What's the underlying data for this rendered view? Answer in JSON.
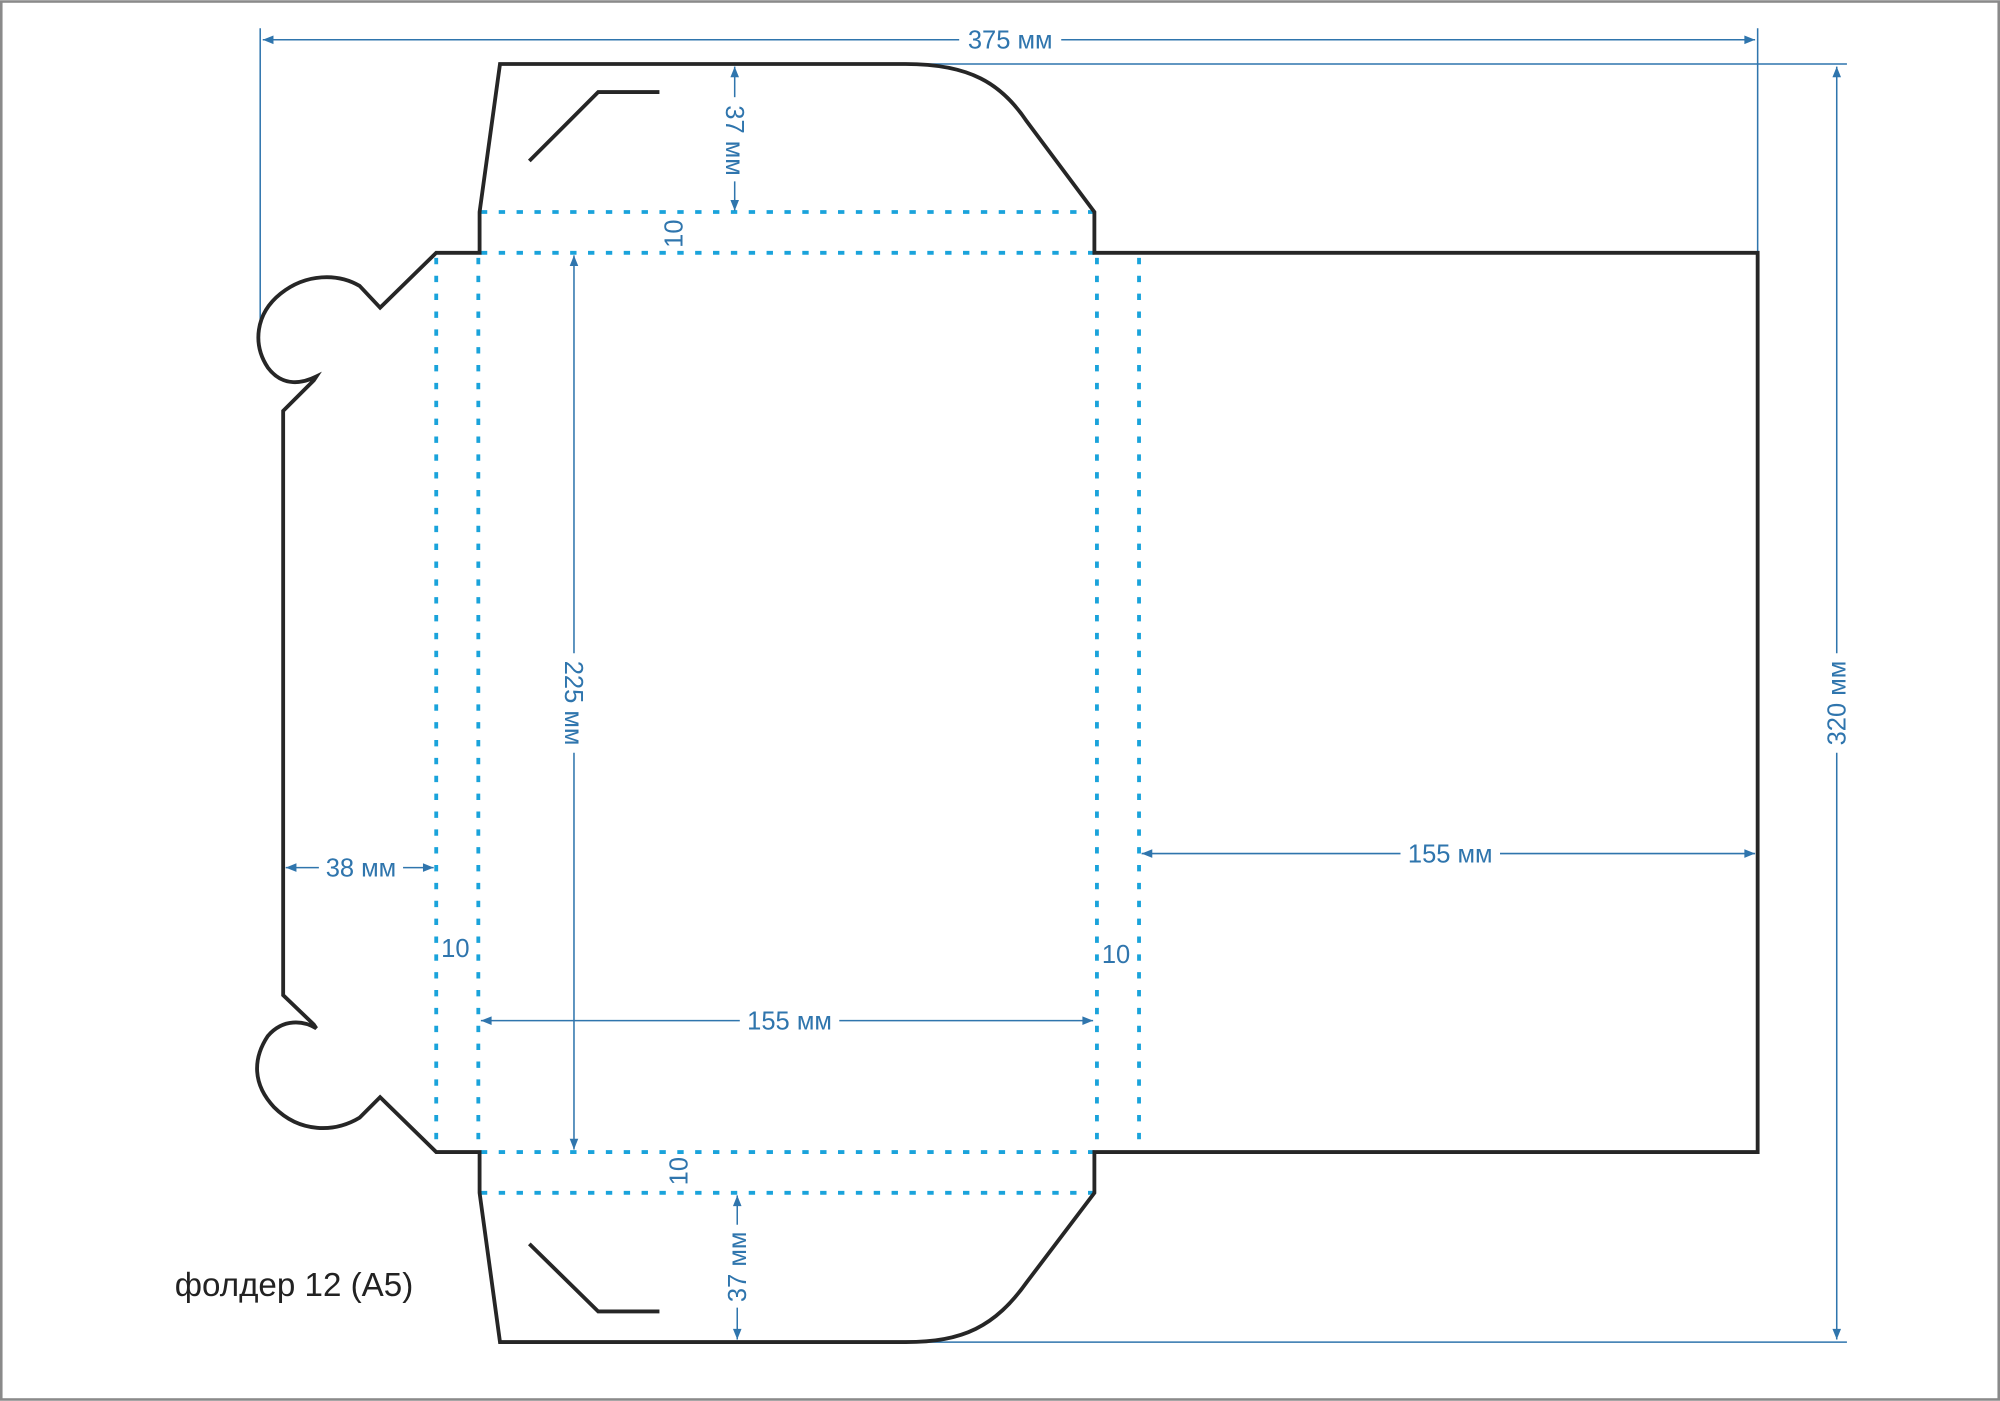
{
  "title": "фолдер 12 (А5)",
  "dimensions": {
    "total_width": "375 мм",
    "total_height": "320 мм",
    "top_flap": "37 мм",
    "bottom_flap": "37 мм",
    "panel_height": "225 мм",
    "panel_width": "155 мм",
    "right_panel_width": "155 мм",
    "lock_tab_width": "38 мм",
    "crease_top": "10",
    "crease_bottom": "10",
    "crease_left": "10",
    "crease_right": "10"
  },
  "colors": {
    "cut_line": "#262626",
    "fold_line": "#1aa3db",
    "dimension": "#2f75ad"
  }
}
